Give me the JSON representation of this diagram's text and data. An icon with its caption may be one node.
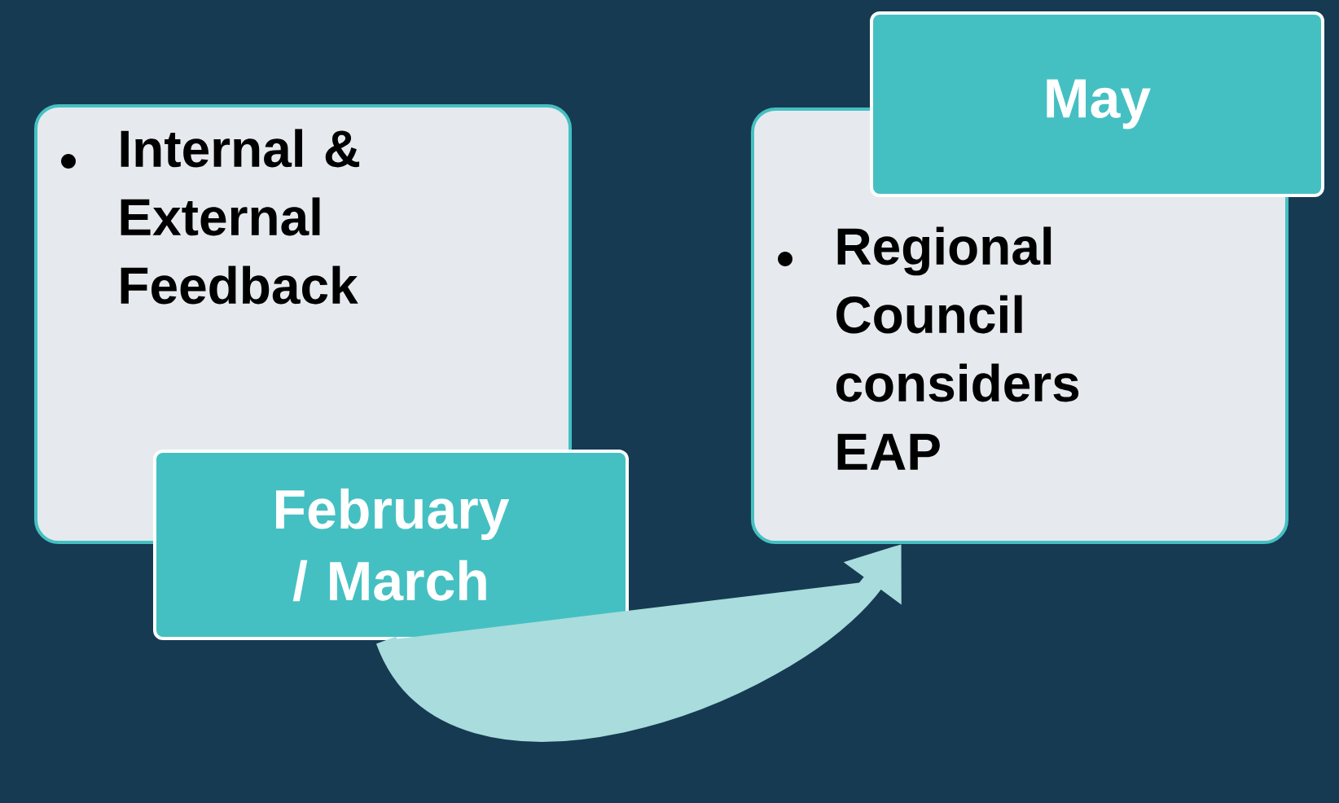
{
  "diagram": {
    "nodes": [
      {
        "text": [
          "Internal & External Feedback"
        ]
      },
      {
        "text": [
          "February / March"
        ]
      },
      {
        "text": [
          "Regional Council considers EAP"
        ]
      },
      {
        "text": [
          "May"
        ]
      }
    ],
    "edges": [
      {
        "from": 1,
        "to": 2,
        "arrow": "to"
      }
    ]
  }
}
